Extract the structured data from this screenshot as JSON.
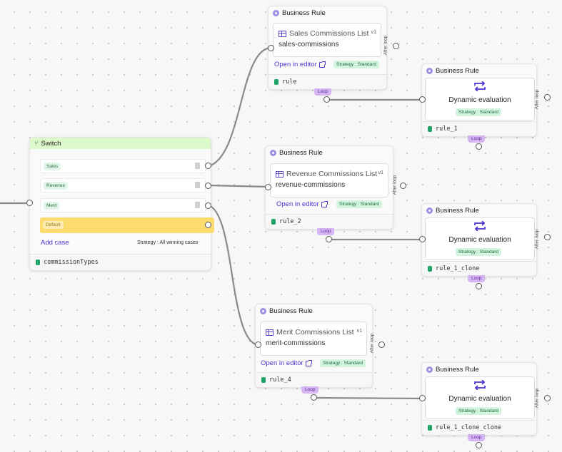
{
  "switch_node": {
    "header": "Switch",
    "cases": [
      "Sales",
      "Revenue",
      "Merit"
    ],
    "default_label": "Default",
    "add_case": "Add case",
    "strategy": "Strategy : All winning cases",
    "footer": "commissionTypes",
    "header_color": "#dcf9c9"
  },
  "business_rules": [
    {
      "header": "Business Rule",
      "title": "Sales Commissions List",
      "subtitle": "sales-commissions",
      "version": "v1",
      "open_editor": "Open in editor",
      "strategy": "Strategy : Standard",
      "after_loop": "After loop",
      "footer": "rule",
      "loop": "Loop"
    },
    {
      "header": "Business Rule",
      "title": "Revenue Commissions List",
      "subtitle": "revenue-commissions",
      "version": "v1",
      "open_editor": "Open in editor",
      "strategy": "Strategy : Standard",
      "after_loop": "After loop",
      "footer": "rule_2",
      "loop": "Loop"
    },
    {
      "header": "Business Rule",
      "title": "Merit Commissions List",
      "subtitle": "merit-commissions",
      "version": "v1",
      "open_editor": "Open in editor",
      "strategy": "Strategy : Standard",
      "after_loop": "After loop",
      "footer": "rule_4",
      "loop": "Loop"
    }
  ],
  "dynamic_nodes": [
    {
      "header": "Business Rule",
      "title": "Dynamic evaluation",
      "strategy": "Strategy : Standard",
      "after_loop": "After loop",
      "footer": "rule_1",
      "loop": "Loop"
    },
    {
      "header": "Business Rule",
      "title": "Dynamic evaluation",
      "strategy": "Strategy : Standard",
      "after_loop": "After loop",
      "footer": "rule_1_clone",
      "loop": "Loop"
    },
    {
      "header": "Business Rule",
      "title": "Dynamic evaluation",
      "strategy": "Strategy : Standard",
      "after_loop": "After loop",
      "footer": "rule_1_clone_clone",
      "loop": "Loop"
    }
  ],
  "colors": {
    "accent": "#4c36d0",
    "badge_bg": "#d3f5df",
    "loop_bg": "#d6b5f3",
    "default_case": "#fcdc6e",
    "edge": "#888888"
  }
}
